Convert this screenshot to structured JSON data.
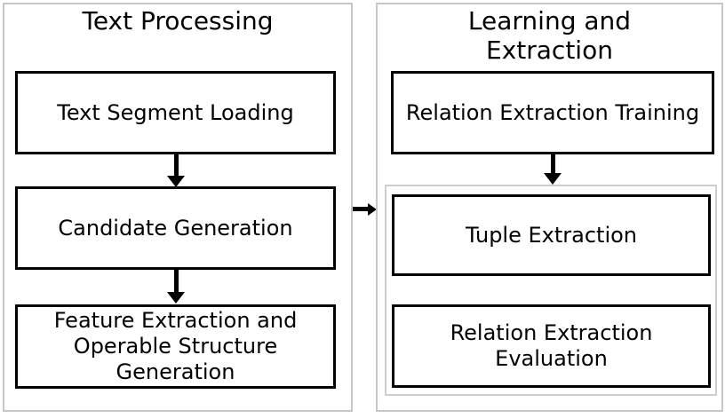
{
  "meta": {
    "type": "flowchart-diagram"
  },
  "colors": {
    "background": "#ffffff",
    "panel_border": "#c7c7c7",
    "group_border": "#cdcdcd",
    "box_border": "#000000",
    "arrow": "#000000",
    "text": "#000000"
  },
  "panels": [
    {
      "title": "Text Processing",
      "boxes": [
        {
          "label": "Text Segment Loading"
        },
        {
          "label": "Candidate Generation"
        },
        {
          "label": "Feature Extraction and Operable Structure Generation"
        }
      ]
    },
    {
      "title": "Learning and Extraction",
      "boxes": [
        {
          "label": "Relation Extraction Training"
        }
      ],
      "group": {
        "boxes": [
          {
            "label": "Tuple Extraction"
          },
          {
            "label": "Relation Extraction Evaluation"
          }
        ]
      }
    }
  ]
}
